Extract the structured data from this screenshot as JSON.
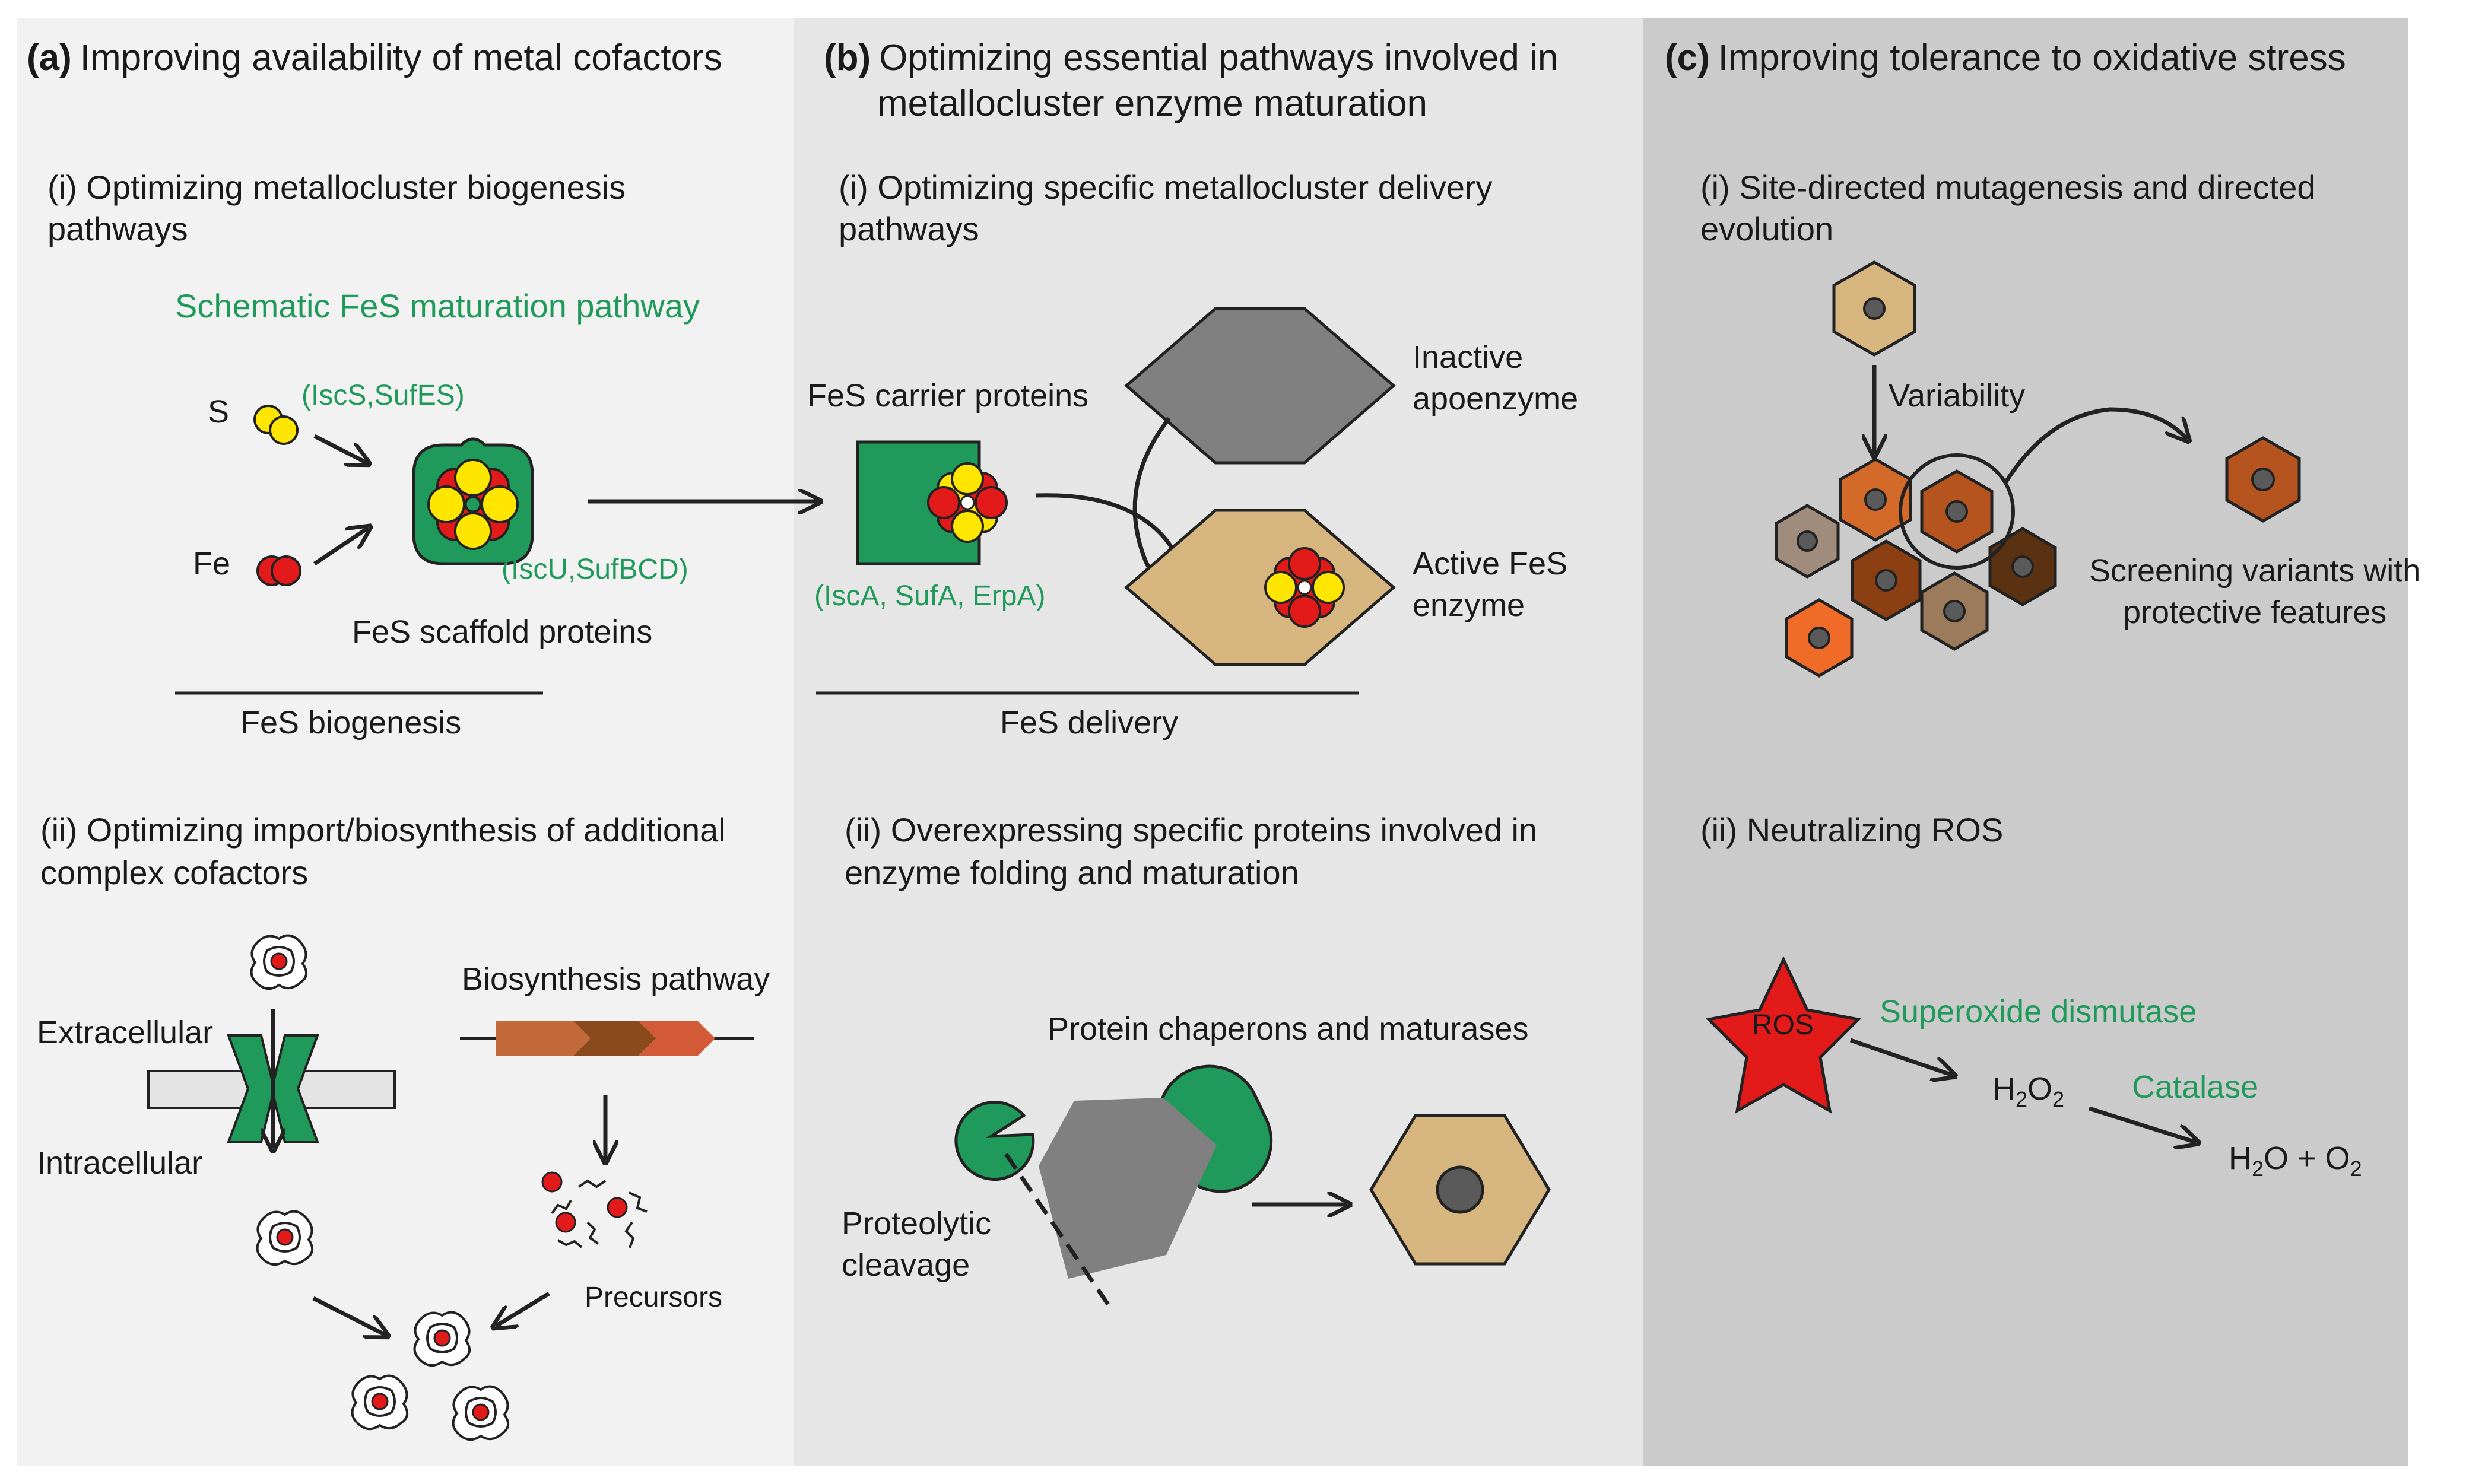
{
  "colors": {
    "panel_a": "#f2f2f2",
    "panel_b": "#e6e6e6",
    "panel_c": "#cbcbcb",
    "green": "#1f9a5a",
    "dark_green": "#0e7a46",
    "fe_red": "#e31a1a",
    "s_yellow": "#ffe600",
    "enzyme_tan": "#d7b57e",
    "apo_gray": "#808080"
  },
  "panel_a": {
    "letter": "(a)",
    "title": "Improving availability of metal cofactors",
    "sec1_line1": "(i) Optimizing metallocluster biogenesis",
    "sec1_line2": "pathways",
    "schematic": "Schematic FeS maturation pathway",
    "s_label": "S",
    "fe_label": "Fe",
    "isc_s": "(IscS,SufES)",
    "isc_u": "(IscU,SufBCD)",
    "scaffold": "FeS scaffold proteins",
    "biogenesis": "FeS biogenesis",
    "sec2_line1": "(ii) Optimizing import/biosynthesis of additional",
    "sec2_line2": "complex cofactors",
    "extracellular": "Extracellular",
    "intracellular": "Intracellular",
    "biosynthesis": "Biosynthesis pathway",
    "precursors": "Precursors"
  },
  "panel_b": {
    "letter": "(b)",
    "title_line1": "Optimizing essential pathways involved in",
    "title_line2": "metallocluster enzyme maturation",
    "sec1_line1": "(i) Optimizing specific metallocluster delivery",
    "sec1_line2": "pathways",
    "carrier": "FeS carrier proteins",
    "isca": "(IscA, SufA, ErpA)",
    "inactive_line1": "Inactive",
    "inactive_line2": "apoenzyme",
    "active_line1": "Active FeS",
    "active_line2": "enzyme",
    "delivery": "FeS delivery",
    "sec2_line1": "(ii) Overexpressing specific proteins involved in",
    "sec2_line2": "enzyme folding and maturation",
    "chaperons": "Protein chaperons and maturases",
    "proteolytic_line1": "Proteolytic",
    "proteolytic_line2": "cleavage"
  },
  "panel_c": {
    "letter": "(c)",
    "title": "Improving tolerance to oxidative stress",
    "sec1_line1": "(i) Site-directed mutagenesis and directed",
    "sec1_line2": "evolution",
    "variability": "Variability",
    "screening_line1": "Screening variants with",
    "screening_line2": "protective features",
    "sec2": "(ii) Neutralizing ROS",
    "ros": "ROS",
    "sod": "Superoxide dismutase",
    "catalase": "Catalase",
    "h2o2_base": "H",
    "h2o2_sub1": "2",
    "h2o2_mid": "O",
    "h2o2_sub2": "2",
    "prod_base": "H",
    "prod_sub1": "2",
    "prod_mid": "O + O",
    "prod_sub2": "2"
  }
}
